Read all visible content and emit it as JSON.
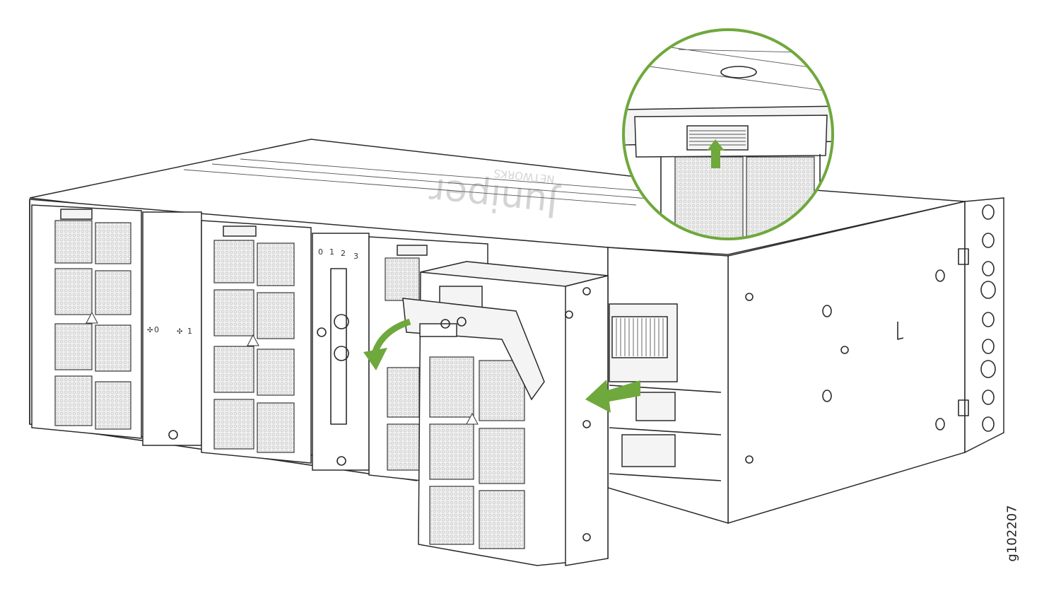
{
  "figure_id": "g102207",
  "brand": {
    "name": "Juniper",
    "sub": "NETWORKS"
  },
  "fan_tray_labels": [
    "0",
    "1"
  ],
  "psu_labels": [
    "0",
    "1",
    "2",
    "3"
  ],
  "colors": {
    "accent": "#6fa83c",
    "line": "#2b2b2b",
    "mesh": "#cfcfcf"
  },
  "icons": [
    "curved-arrow-icon",
    "insert-arrow-icon",
    "up-arrow-icon",
    "warning-icon",
    "fan-icon",
    "ground-icon"
  ]
}
